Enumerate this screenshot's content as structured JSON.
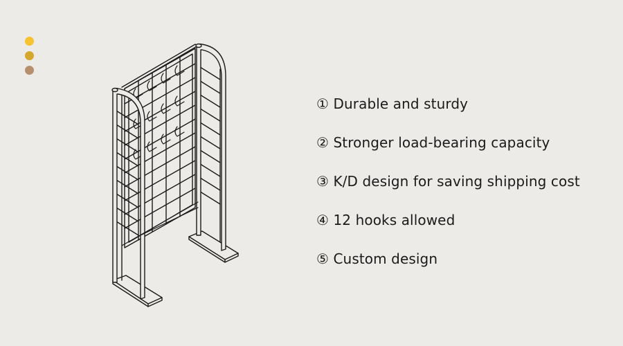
{
  "colors": {
    "background": "#edebe7",
    "dot_1": "#f5c232",
    "dot_2": "#d5a72c",
    "dot_3": "#b6906c",
    "line": "#1a1a1a"
  },
  "illustration": {
    "icon": "hook-display-rack-icon"
  },
  "features": [
    "① Durable and sturdy",
    "② Stronger load-bearing capacity",
    "③ K/D design for saving shipping cost",
    "④ 12 hooks allowed",
    "⑤ Custom design"
  ]
}
